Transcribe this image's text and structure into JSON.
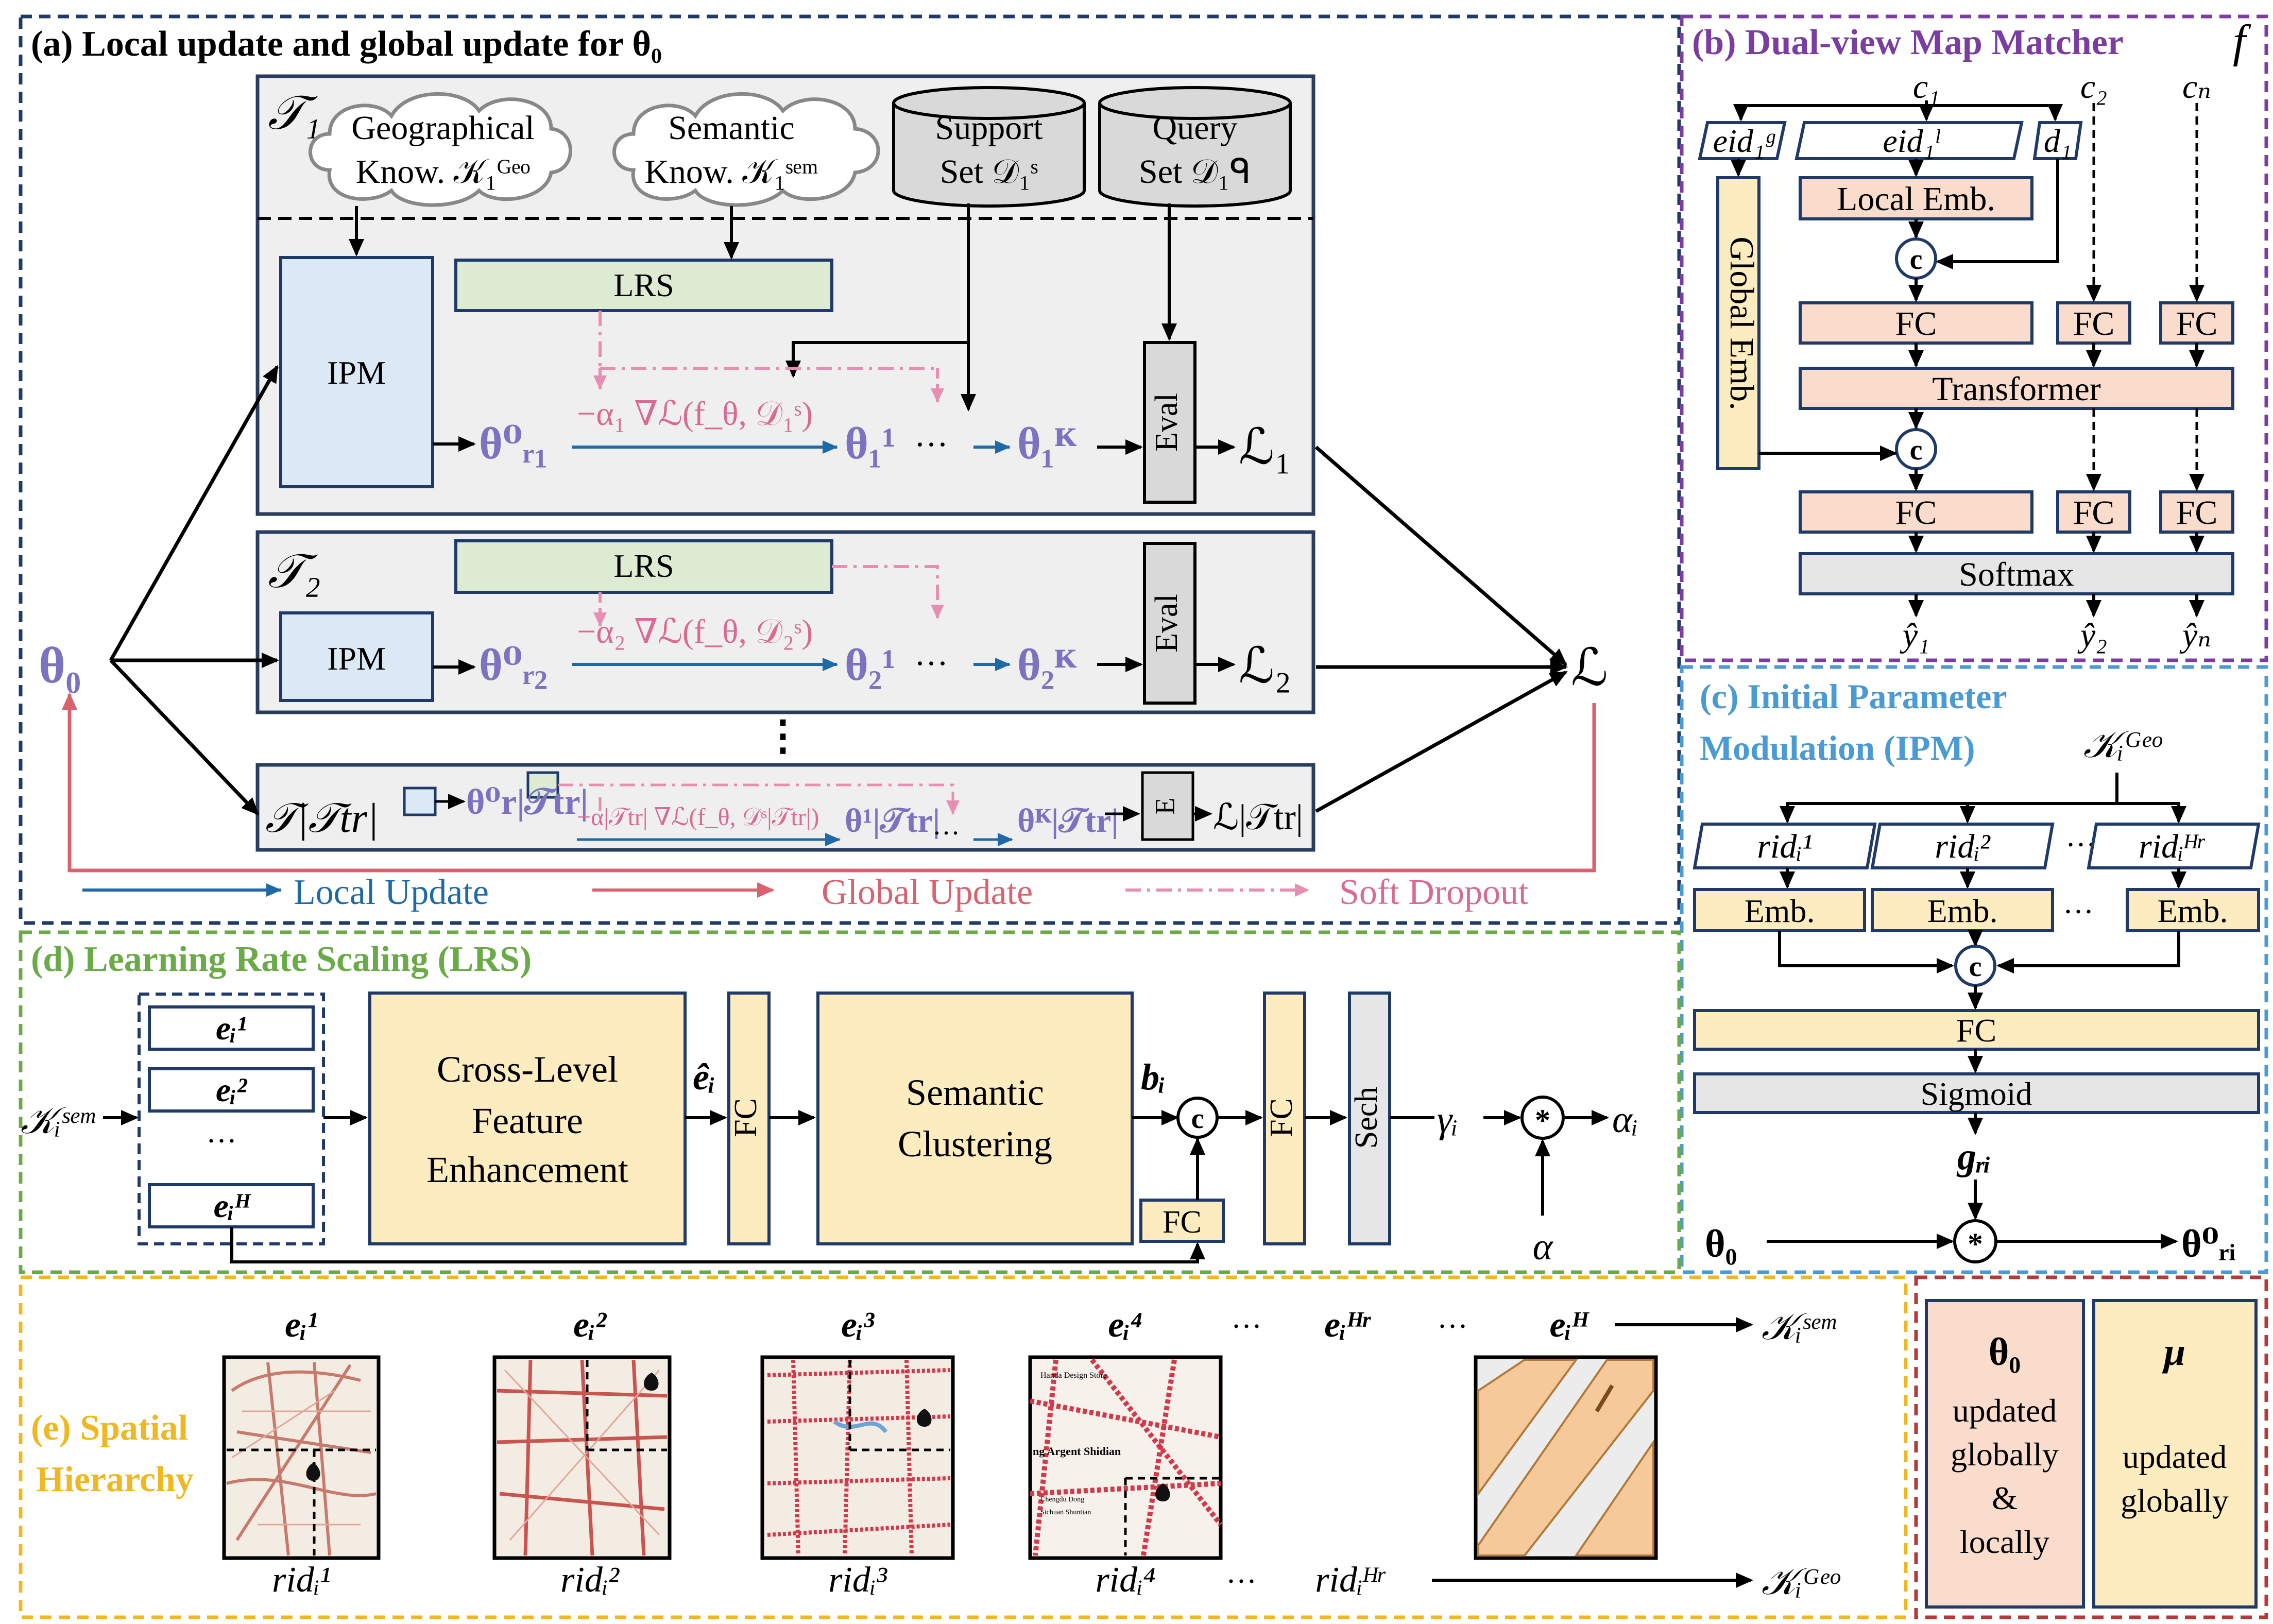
{
  "colors": {
    "local_update": "#1f6aa6",
    "global_update": "#d8626f",
    "soft_dropout": "#e58fb2",
    "theta": "#7b73c0",
    "panel_a_border": "#1f3a68",
    "panel_b_border": "#7a3da0",
    "panel_c_border": "#4a9ad4",
    "panel_d_border": "#6aaa48",
    "panel_e_border": "#f0b820",
    "panel_f_border": "#b23a3a",
    "ipm_box": "#dbe8f5",
    "lrs_box": "#dcebd2",
    "peach_box": "#f9dccb",
    "yellow_box": "#fdecc0",
    "gray_box": "#e6e6e6",
    "task_panel": "#efefef"
  },
  "panel_a": {
    "title": "(a) Local update and global update for θ₀",
    "task1": {
      "label": "𝒯₁",
      "geo_cloud": [
        "Geographical",
        "Know. 𝒦₁ᴳᵉᵒ"
      ],
      "sem_cloud": [
        "Semantic",
        "Know. 𝒦₁ˢᵉᵐ"
      ],
      "support_set": [
        "Support",
        "Set 𝒟₁ˢ"
      ],
      "query_set": [
        "Query",
        "Set 𝒟₁ᑫ"
      ],
      "ipm_label": "IPM",
      "lrs_label": "LRS",
      "theta_r": "θ⁰ᵣ₁",
      "update_formula": "−α₁ ∇ℒ(f_θ, 𝒟₁ˢ)",
      "theta_1": "θ₁¹",
      "dots": "···",
      "theta_k": "θ₁ᴷ",
      "eval_label": "Eval",
      "loss": "ℒ₁"
    },
    "task2": {
      "label": "𝒯₂",
      "ipm_label": "IPM",
      "lrs_label": "LRS",
      "theta_r": "θ⁰ᵣ₂",
      "update_formula": "−α₂ ∇ℒ(f_θ, 𝒟₂ˢ)",
      "theta_1": "θ₂¹",
      "dots": "···",
      "theta_k": "θ₂ᴷ",
      "eval_label": "Eval",
      "loss": "ℒ₂"
    },
    "vdots": "⋮",
    "task_n": {
      "label": "𝒯|𝒯tr|",
      "theta_r": "θ⁰r|𝒯tr|",
      "update_formula": "−α|𝒯tr| ∇ℒ(f_θ, 𝒟ˢ|𝒯tr|)",
      "theta_1": "θ¹|𝒯tr|",
      "dots": "···",
      "theta_k": "θᴷ|𝒯tr|",
      "eval_label": "E",
      "loss": "ℒ|𝒯tr|"
    },
    "theta0": "θ₀",
    "total_loss": "ℒ",
    "legend": {
      "local": "Local Update",
      "global": "Global Update",
      "dropout": "Soft Dropout"
    }
  },
  "panel_b": {
    "title": "(b) Dual-view Map Matcher",
    "title_f": "f",
    "c1": "c₁",
    "c2": "c₂",
    "cn": "cₙ",
    "eid_g": "eid₁ᵍ",
    "eid_l": "eid₁ˡ",
    "d1": "d₁",
    "local_emb": "Local Emb.",
    "global_emb": "Global Emb.",
    "fc": "FC",
    "transformer": "Transformer",
    "softmax": "Softmax",
    "concat": "c",
    "y1": "ŷ₁",
    "y2": "ŷ₂",
    "yn": "ŷₙ"
  },
  "panel_c": {
    "title_line1": "(c) Initial Parameter",
    "title_line2": "Modulation (IPM)",
    "k_geo": "𝒦ᵢᴳᵉᵒ",
    "rid1": "ridᵢ¹",
    "rid2": "ridᵢ²",
    "ridh": "ridᵢᴴʳ",
    "emb": "Emb.",
    "dots": "···",
    "concat": "c",
    "fc": "FC",
    "sigmoid": "Sigmoid",
    "g": "gᵣᵢ",
    "theta0": "θ₀",
    "mult": "*",
    "theta_out": "θ⁰ᵣᵢ"
  },
  "panel_d": {
    "title": "(d) Learning Rate Scaling (LRS)",
    "k_sem": "𝒦ᵢˢᵉᵐ",
    "e1": "eᵢ¹",
    "e2": "eᵢ²",
    "dots": "···",
    "eh": "eᵢᴴ",
    "cross_level": [
      "Cross-Level",
      "Feature",
      "Enhancement"
    ],
    "e_hat": "êᵢ",
    "fc": "FC",
    "semantic_clustering": [
      "Semantic",
      "Clustering"
    ],
    "b": "bᵢ",
    "concat": "c",
    "sech": "Sech",
    "gamma": "γᵢ",
    "mult": "*",
    "alpha_i": "αᵢ",
    "alpha": "α"
  },
  "panel_e": {
    "title_line1": "(e) Spatial",
    "title_line2": "Hierarchy",
    "e_labels": [
      "eᵢ¹",
      "eᵢ²",
      "eᵢ³",
      "eᵢ⁴",
      "···",
      "eᵢᴴʳ",
      "···",
      "eᵢᴴ"
    ],
    "rid_labels": [
      "ridᵢ¹",
      "ridᵢ²",
      "ridᵢ³",
      "ridᵢ⁴",
      "···",
      "ridᵢᴴʳ"
    ],
    "k_sem": "𝒦ᵢˢᵉᵐ",
    "k_geo": "𝒦ᵢᴳᵉᵒ",
    "map_texts": [
      "Handa Design Store",
      "ng Argent Shidian",
      "Chengdu Dong",
      "Sichuan Shuntian"
    ]
  },
  "panel_f": {
    "theta0": "θ₀",
    "theta_lines": [
      "updated",
      "globally",
      "&",
      "locally"
    ],
    "mu": "μ",
    "mu_lines": [
      "updated",
      "globally"
    ]
  }
}
